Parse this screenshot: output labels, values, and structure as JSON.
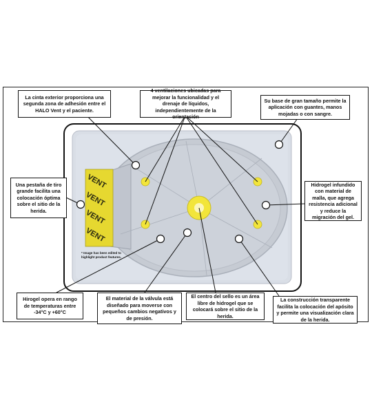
{
  "callouts": {
    "outer_tape": "La cinta exterior proporciona una segunda zona de adhesión entre el HALO Vent y el paciente.",
    "vents": "4 ventilaciones ubicadas para mejorar la funcionalidad y el drenaje de líquidos, independientemente de la orientación",
    "large_base": "Su base de gran tamaño permite la aplicación con guantes, manos mojadas o con sangre.",
    "pull_tab": "Una pestaña de tiro grande facilita una colocación óptima sobre el sitio de la herida.",
    "mesh_hydrogel": "Hidrogel infundido con material de malla, que agrega resistencia adicional y reduce la migración del gel.",
    "temperature": "Hirogel opera en rango de temperaturas entre -34°C y +60°C",
    "valve_material": "El material de la válvula está diseñado para moverse con pequeños cambios negativos y de presión.",
    "seal_center": "El centro del sello es un área libre de hidrogel que se colocará sobre el sitio de la herida.",
    "transparent": "La construcción transparente facilita la colocación del apósito y permite una visualización clara de la herida."
  },
  "image_note": "* Image has been edited to highlight product features.",
  "tab_text": [
    "VENT",
    "VENT",
    "VENT",
    "VENT"
  ],
  "colors": {
    "vent_yellow": "#f2e53a",
    "tab_yellow": "#e6d830",
    "base_gray": "#d6dbe4",
    "oval_gray": "#c4c9d2"
  }
}
